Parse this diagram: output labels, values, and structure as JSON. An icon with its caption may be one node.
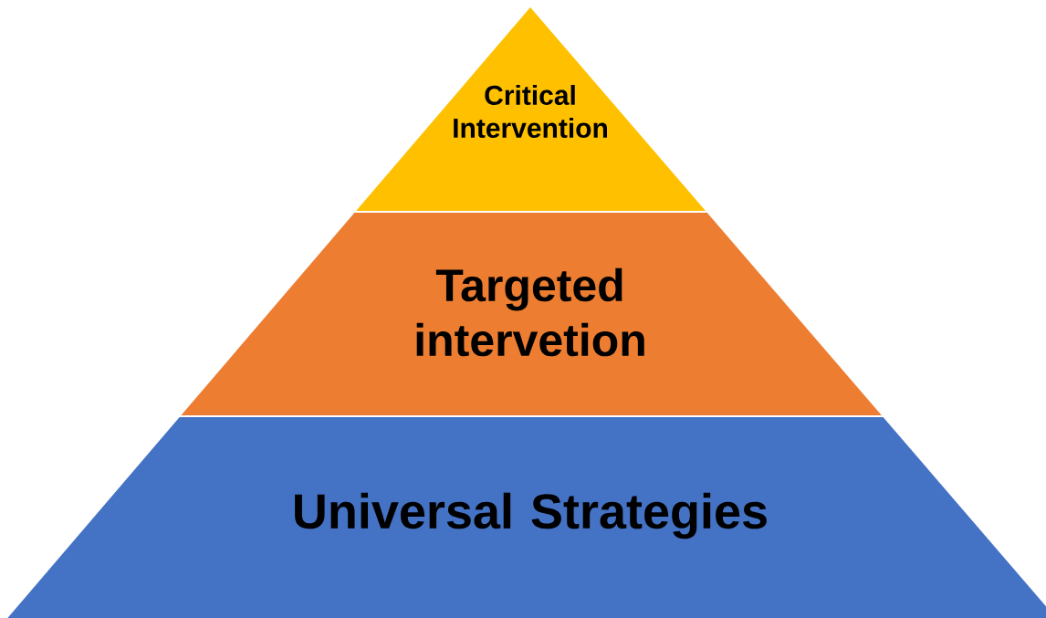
{
  "diagram": {
    "nodes": [
      {
        "text": [
          "Critical Intervention"
        ]
      },
      {
        "text": [
          "Targeted intervetion"
        ]
      },
      {
        "text": [
          "Universal Strategies"
        ]
      }
    ]
  }
}
